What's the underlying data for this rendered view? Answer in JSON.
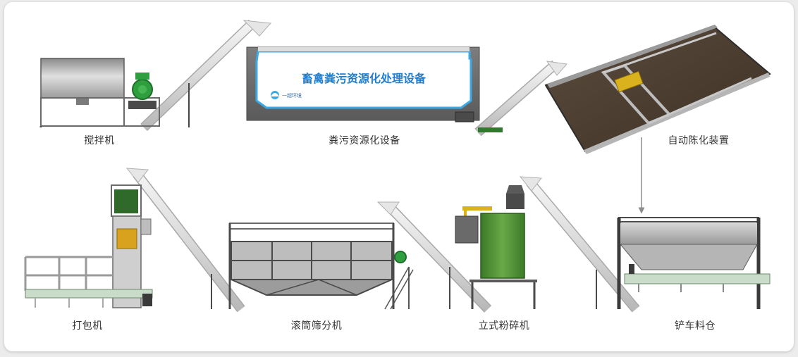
{
  "banner": {
    "title": "畜禽粪污资源化处理设备",
    "logo_text": "一超环境"
  },
  "stages": [
    {
      "id": "mixer",
      "label": "搅拌机"
    },
    {
      "id": "manure-equipment",
      "label": "粪污资源化设备"
    },
    {
      "id": "auto-composting",
      "label": "自动陈化装置"
    },
    {
      "id": "packing-machine",
      "label": "打包机"
    },
    {
      "id": "drum-screen",
      "label": "滚筒筛分机"
    },
    {
      "id": "vertical-crusher",
      "label": "立式粉碎机"
    },
    {
      "id": "loader-bin",
      "label": "铲车料仓"
    }
  ],
  "colors": {
    "frame": "#5a5a5a",
    "steel": "#bfbfbf",
    "motor": "#2f9e3f",
    "green_tank": "#4c8f33",
    "yellow": "#d9b21e",
    "blue_accent": "#3aa9e4",
    "banner_text": "#1f7ed0"
  }
}
